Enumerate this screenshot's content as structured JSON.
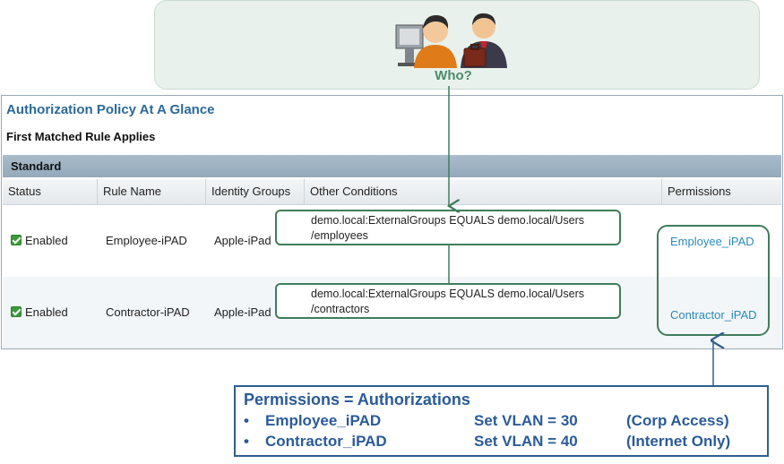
{
  "who": {
    "label": "Who?"
  },
  "panel": {
    "title": "Authorization Policy At A Glance",
    "subtitle": "First Matched Rule Applies",
    "section": "Standard",
    "columns": [
      "Status",
      "Rule Name",
      "Identity Groups",
      "Other Conditions",
      "Permissions"
    ],
    "rows": [
      {
        "status": "Enabled",
        "rule_name": "Employee-iPAD",
        "identity_group": "Apple-iPad",
        "condition_line1": "demo.local:ExternalGroups EQUALS demo.local/Users",
        "condition_line2": "/employees",
        "permission": "Employee_iPAD"
      },
      {
        "status": "Enabled",
        "rule_name": "Contractor-iPAD",
        "identity_group": "Apple-iPad",
        "condition_line1": "demo.local:ExternalGroups EQUALS demo.local/Users",
        "condition_line2": "/contractors",
        "permission": "Contractor_iPAD"
      }
    ]
  },
  "info": {
    "title": "Permissions = Authorizations",
    "lines": [
      {
        "bullet": "•",
        "name": "Employee_iPAD",
        "setting": "Set VLAN  = 30",
        "note": "(Corp Access)"
      },
      {
        "bullet": "•",
        "name": "Contractor_iPAD",
        "setting": "Set VLAN  = 40",
        "note": "(Internet Only)"
      }
    ]
  },
  "colors": {
    "accent_green": "#3f7d5a",
    "link_blue": "#2a8ab8",
    "title_blue": "#2a6a9a",
    "info_blue": "#2a5b9a"
  },
  "icons": [
    "user-at-computer-icon",
    "businessman-with-briefcase-icon",
    "enabled-check-icon"
  ]
}
